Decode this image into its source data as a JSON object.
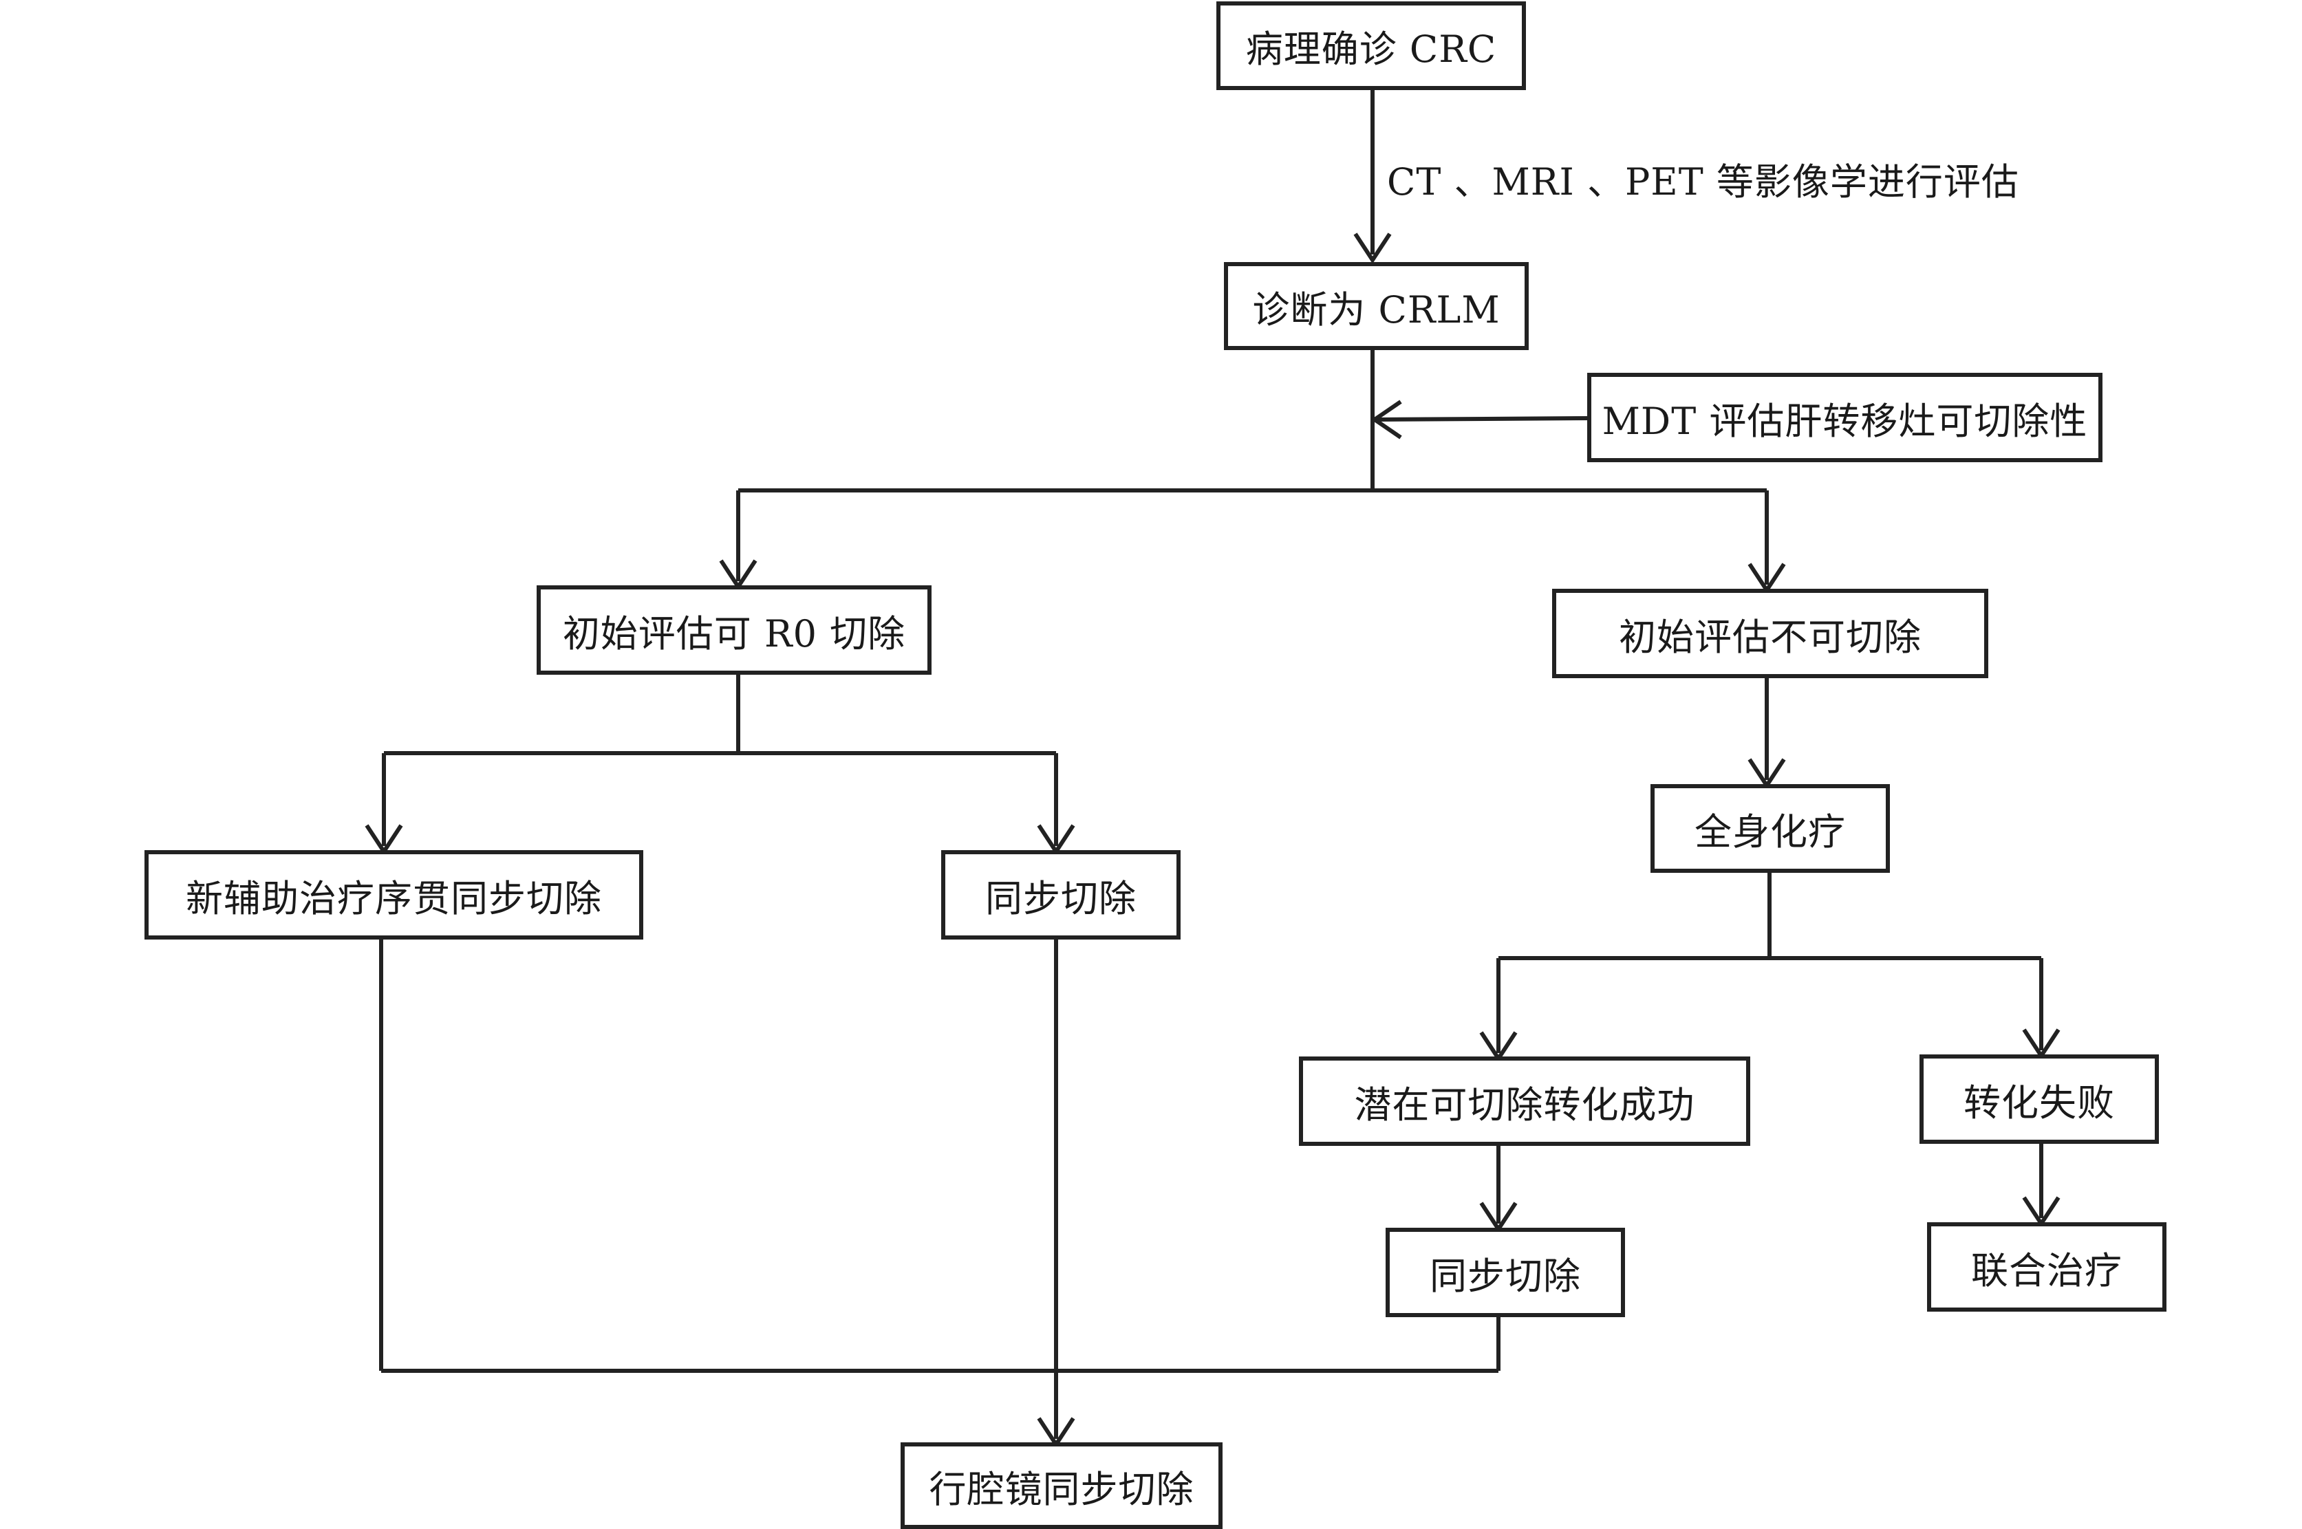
{
  "nodes": {
    "crc": "病理确诊 CRC",
    "crlm": "诊断为 CRLM",
    "mdt": "MDT 评估肝转移灶可切除性",
    "resectable": "初始评估可 R0 切除",
    "unresectable": "初始评估不可切除",
    "neoadjuvant": "新辅助治疗序贯同步切除",
    "sync_left": "同步切除",
    "chemo": "全身化疗",
    "conversion_success": "潜在可切除转化成功",
    "conversion_fail": "转化失败",
    "sync_right": "同步切除",
    "combined": "联合治疗",
    "laparoscopic": "行腔镜同步切除"
  },
  "edges": {
    "imaging": "CT 、MRI 、PET 等影像学进行评估"
  },
  "colors": {
    "line": "#222222",
    "text": "#1a1a1a",
    "background": "#ffffff"
  }
}
